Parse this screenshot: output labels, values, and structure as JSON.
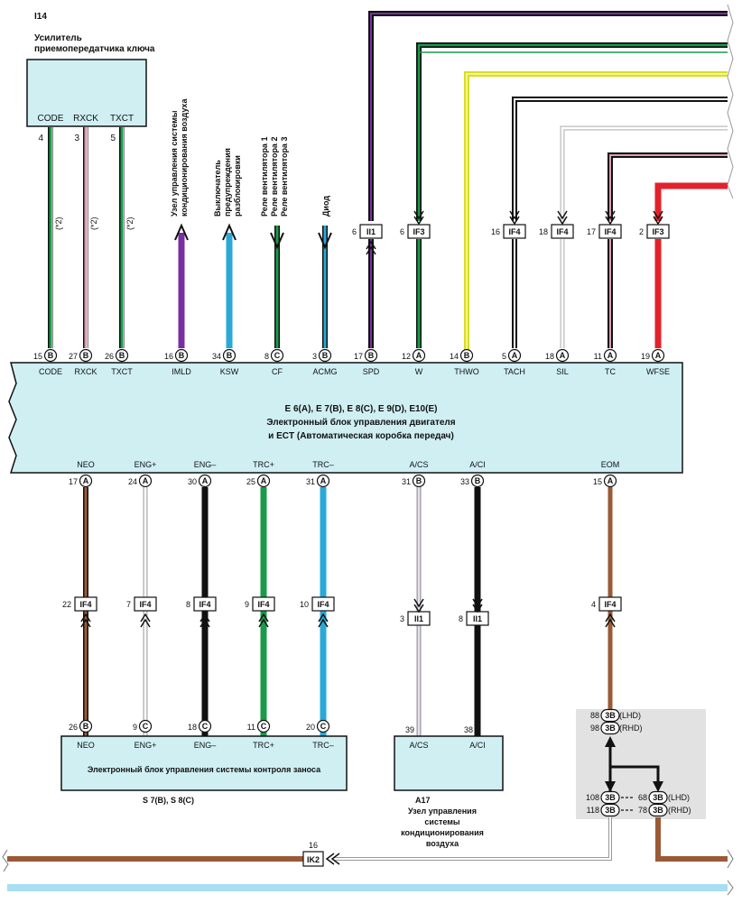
{
  "colors": {
    "box_fill": "#cfeff3",
    "panel_fill": "#e2e2e2",
    "green": "#1a9a4a",
    "purple": "#7a2fa0",
    "blue": "#2aa8d8",
    "black": "#111111",
    "brown": "#9a5a36",
    "red": "#e2222a",
    "yellow": "#e8ec3a",
    "white_wire": "#c8c8c8",
    "pink": "#d9a0b0",
    "lightblue_wire": "#a8def2"
  },
  "i14": {
    "id": "I14",
    "title_line1": "Усилитель",
    "title_line2": "приемопередатчика ключа",
    "pins": [
      {
        "name": "CODE",
        "num": "4"
      },
      {
        "name": "RXCK",
        "num": "3"
      },
      {
        "name": "TXCT",
        "num": "5"
      }
    ],
    "note": "(*2)"
  },
  "vertical_labels": [
    {
      "line1": "Узел управления системы",
      "line2": "кондиционирования воздуха"
    },
    {
      "line1": "Выключатель",
      "line2": "предупреждения",
      "line3": "разблокировки"
    },
    {
      "line1": "Реле вентилятора 1",
      "line2": "Реле вентилятора 2",
      "line3": "Реле вентилятора 3"
    },
    {
      "line1": "Диод"
    }
  ],
  "top_connectors": [
    {
      "num": "6",
      "label": "II1"
    },
    {
      "num": "6",
      "label": "IF3"
    },
    {
      "num": "16",
      "label": "IF4"
    },
    {
      "num": "18",
      "label": "IF4"
    },
    {
      "num": "17",
      "label": "IF4"
    },
    {
      "num": "2",
      "label": "IF3"
    }
  ],
  "ecu": {
    "line1": "E 6(A), E 7(B), E 8(C), E 9(D), E10(E)",
    "line2": "Электронный блок управления двигателя",
    "line3": "и ECT (Автоматическая коробка передач)",
    "top_pins": [
      {
        "num": "15",
        "conn": "B",
        "name": "CODE"
      },
      {
        "num": "27",
        "conn": "B",
        "name": "RXCK"
      },
      {
        "num": "26",
        "conn": "B",
        "name": "TXCT"
      },
      {
        "num": "16",
        "conn": "B",
        "name": "IMLD"
      },
      {
        "num": "34",
        "conn": "B",
        "name": "KSW"
      },
      {
        "num": "8",
        "conn": "C",
        "name": "CF"
      },
      {
        "num": "3",
        "conn": "B",
        "name": "ACMG"
      },
      {
        "num": "17",
        "conn": "B",
        "name": "SPD"
      },
      {
        "num": "12",
        "conn": "A",
        "name": "W"
      },
      {
        "num": "14",
        "conn": "B",
        "name": "THWO"
      },
      {
        "num": "5",
        "conn": "A",
        "name": "TACH"
      },
      {
        "num": "18",
        "conn": "A",
        "name": "SIL"
      },
      {
        "num": "11",
        "conn": "A",
        "name": "TC"
      },
      {
        "num": "19",
        "conn": "A",
        "name": "WFSE"
      }
    ],
    "bottom_pins": [
      {
        "num": "17",
        "conn": "A",
        "name": "NEO"
      },
      {
        "num": "24",
        "conn": "A",
        "name": "ENG+"
      },
      {
        "num": "30",
        "conn": "A",
        "name": "ENG–"
      },
      {
        "num": "25",
        "conn": "A",
        "name": "TRC+"
      },
      {
        "num": "31",
        "conn": "A",
        "name": "TRC–"
      },
      {
        "num": "31",
        "conn": "B",
        "name": "A/CS"
      },
      {
        "num": "33",
        "conn": "B",
        "name": "A/CI"
      },
      {
        "num": "15",
        "conn": "A",
        "name": "EOM"
      }
    ]
  },
  "mid_connectors": [
    {
      "num": "22",
      "label": "IF4"
    },
    {
      "num": "7",
      "label": "IF4"
    },
    {
      "num": "8",
      "label": "IF4"
    },
    {
      "num": "9",
      "label": "IF4"
    },
    {
      "num": "10",
      "label": "IF4"
    },
    {
      "num": "3",
      "label": "II1"
    },
    {
      "num": "8",
      "label": "II1"
    },
    {
      "num": "4",
      "label": "IF4"
    }
  ],
  "skid": {
    "title": "Электронный блок управления системы контроля заноса",
    "id": "S 7(B), S 8(C)",
    "pins": [
      {
        "num": "26",
        "conn": "B",
        "name": "NEO"
      },
      {
        "num": "9",
        "conn": "C",
        "name": "ENG+"
      },
      {
        "num": "18",
        "conn": "C",
        "name": "ENG–"
      },
      {
        "num": "11",
        "conn": "C",
        "name": "TRC+"
      },
      {
        "num": "20",
        "conn": "C",
        "name": "TRC–"
      }
    ]
  },
  "a17": {
    "id": "A17",
    "title_line1": "Узел управления",
    "title_line2": "системы",
    "title_line3": "кондиционирования",
    "title_line4": "воздуха",
    "pins": [
      {
        "num": "39",
        "name": "A/CS"
      },
      {
        "num": "38",
        "name": "A/CI"
      }
    ]
  },
  "junction": {
    "rows": [
      {
        "num": "88",
        "conn": "3B",
        "tag": "(LHD)"
      },
      {
        "num": "98",
        "conn": "3B",
        "tag": "(RHD)"
      },
      {
        "num": "108",
        "conn": "3B"
      },
      {
        "num": "118",
        "conn": "3B"
      },
      {
        "num": "68",
        "conn": "3B",
        "tag": "(LHD)"
      },
      {
        "num": "78",
        "conn": "3B",
        "tag": "(RHD)"
      }
    ]
  },
  "ik2": {
    "num": "16",
    "label": "IK2"
  }
}
